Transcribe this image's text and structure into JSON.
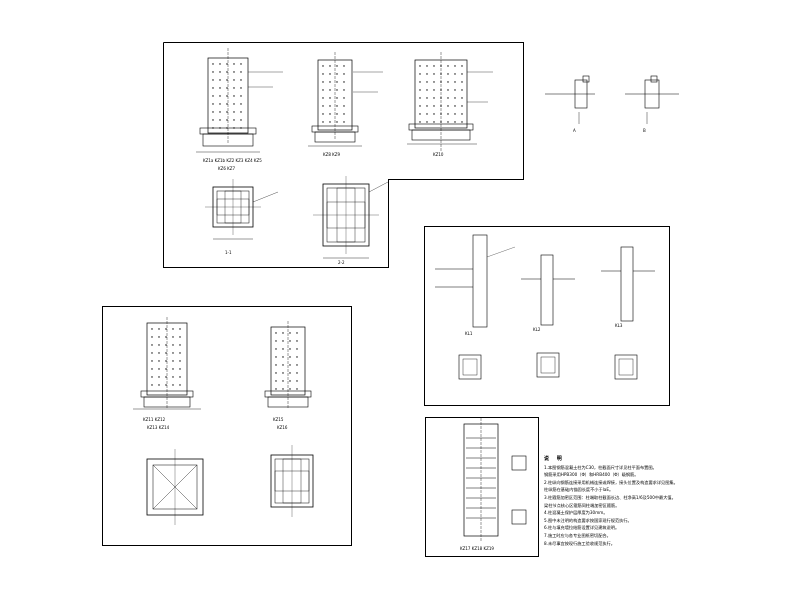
{
  "labels": {
    "col1_caption": "KZ1a KZ1b KZ2 KZ3 KZ4 KZ5",
    "col1_sub": "KZ6 KZ7",
    "col2_caption": "KZ8 KZ9",
    "col3_caption": "KZ10",
    "sec_a": "1-1",
    "sec_b": "2-2",
    "right_caption_1": "KL1",
    "right_caption_2": "KL2",
    "right_caption_3": "KL3",
    "lower_caption_1": "KZ11 KZ12",
    "lower_sub_1": "KZ13 KZ14",
    "lower_caption_2": "KZ15",
    "lower_sub_2": "KZ16",
    "box_caption": "KZ17 KZ18 KZ19",
    "detail_a": "A",
    "detail_b": "B"
  },
  "notes": {
    "title": "说 明",
    "lines": [
      "1.本图钢筋混凝土柱为C30，柱截面尺寸详见柱平面布置图。",
      "  钢筋采用HPB300（Φ）和HRB400（Φ）级钢筋。",
      "2.柱纵向钢筋连接采用机械连接或焊接，接头位置及构造要求详见图集。",
      "  柱纵筋在基础内锚固长度不小于laE。",
      "3.柱箍筋加密区范围：柱端取柱截面长边、柱净高1/6及500中最大值。",
      "  梁柱节点核心区箍筋同柱端加密区箍筋。",
      "4.柱混凝土保护层厚度为30mm。",
      "5.图中未注明的构造要求按国家现行规范执行。",
      "6.柱与填充墙拉结筋设置详见建筑说明。",
      "7.施工时应与各专业图纸密切配合。",
      "8.未尽事宜按现行施工验收规范执行。"
    ]
  }
}
